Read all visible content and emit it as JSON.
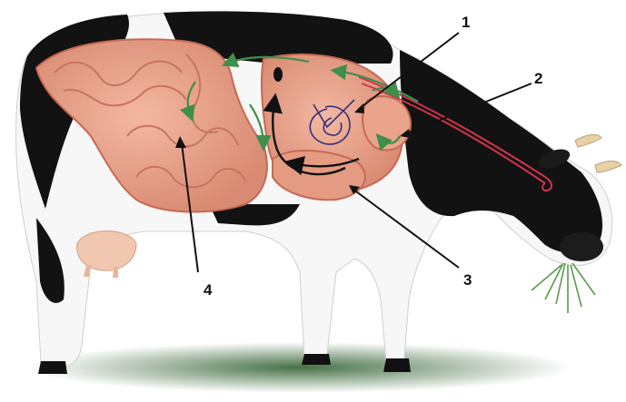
{
  "labels": {
    "one": "1",
    "two": "2",
    "three": "3",
    "four": "4"
  },
  "colors": {
    "organ": "#e8a088",
    "organ_dark": "#c46a55",
    "flow_green": "#3f8f4c",
    "flow_black": "#111111",
    "flow_blue": "#34307a",
    "flow_red": "#d0344c",
    "ground": "#3d6a3c"
  }
}
